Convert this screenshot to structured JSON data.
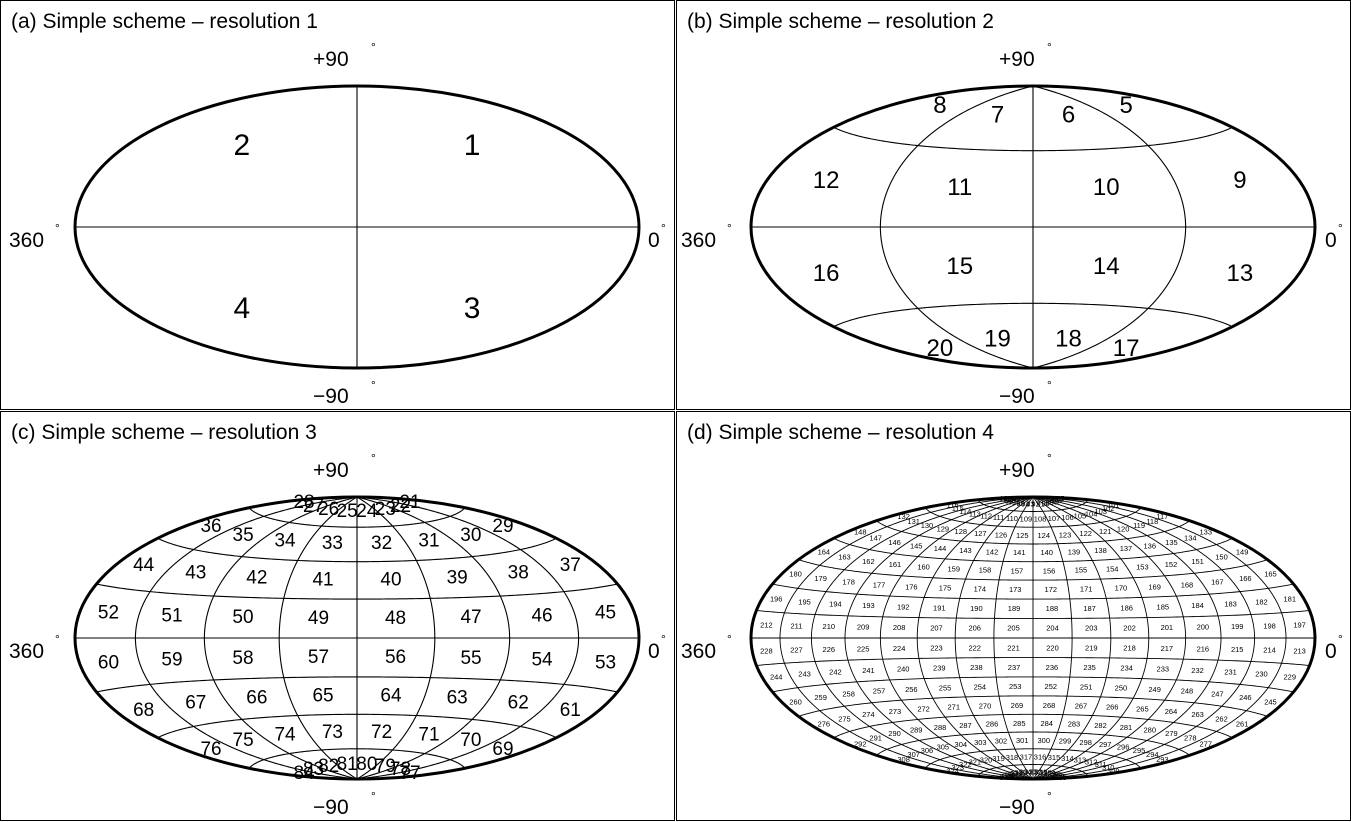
{
  "panels": [
    {
      "id": "a",
      "title": "(a) Simple scheme – resolution 1",
      "resolution": 1,
      "labels": {
        "top": "+90",
        "bottom": "−90",
        "left": "360",
        "right": "0",
        "degree_mark": "°"
      },
      "rings": [
        {
          "lat_range": [
            0,
            90
          ],
          "cells": [
            1,
            2
          ]
        },
        {
          "lat_range": [
            -90,
            0
          ],
          "cells": [
            3,
            4
          ]
        }
      ]
    },
    {
      "id": "b",
      "title": "(b) Simple scheme – resolution 2",
      "resolution": 2,
      "labels": {
        "top": "+90",
        "bottom": "−90",
        "left": "360",
        "right": "0",
        "degree_mark": "°"
      },
      "rings": [
        {
          "lat_range": [
            45,
            90
          ],
          "cells": [
            5,
            6,
            7,
            8
          ]
        },
        {
          "lat_range": [
            0,
            45
          ],
          "cells": [
            9,
            10,
            11,
            12
          ]
        },
        {
          "lat_range": [
            -45,
            0
          ],
          "cells": [
            13,
            14,
            15,
            16
          ]
        },
        {
          "lat_range": [
            -90,
            -45
          ],
          "cells": [
            17,
            18,
            19,
            20
          ]
        }
      ]
    },
    {
      "id": "c",
      "title": "(c) Simple scheme – resolution 3",
      "resolution": 3,
      "labels": {
        "top": "+90",
        "bottom": "−90",
        "left": "360",
        "right": "0",
        "degree_mark": "°"
      },
      "rings": [
        {
          "lat_range": [
            67.5,
            90
          ],
          "cells": [
            21,
            22,
            23,
            24,
            25,
            26,
            27,
            28
          ]
        },
        {
          "lat_range": [
            45,
            67.5
          ],
          "cells": [
            29,
            30,
            31,
            32,
            33,
            34,
            35,
            36
          ]
        },
        {
          "lat_range": [
            22.5,
            45
          ],
          "cells": [
            37,
            38,
            39,
            40,
            41,
            42,
            43,
            44
          ]
        },
        {
          "lat_range": [
            0,
            22.5
          ],
          "cells": [
            45,
            46,
            47,
            48,
            49,
            50,
            51,
            52
          ]
        },
        {
          "lat_range": [
            -22.5,
            0
          ],
          "cells": [
            53,
            54,
            55,
            56,
            57,
            58,
            59,
            60
          ]
        },
        {
          "lat_range": [
            -45,
            -22.5
          ],
          "cells": [
            61,
            62,
            63,
            64,
            65,
            66,
            67,
            68
          ]
        },
        {
          "lat_range": [
            -67.5,
            -45
          ],
          "cells": [
            69,
            70,
            71,
            72,
            73,
            74,
            75,
            76
          ]
        },
        {
          "lat_range": [
            -90,
            -67.5
          ],
          "cells": [
            77,
            78,
            79,
            80,
            81,
            82,
            83,
            84
          ]
        }
      ]
    },
    {
      "id": "d",
      "title": "(d) Simple scheme – resolution 4",
      "resolution": 4,
      "labels": {
        "top": "+90",
        "bottom": "−90",
        "left": "360",
        "right": "0",
        "degree_mark": "°"
      },
      "rings": [
        {
          "lat_range": [
            78.75,
            90
          ],
          "cells": [
            85,
            86,
            87,
            88,
            89,
            90,
            91,
            92,
            93,
            94,
            95,
            96,
            97,
            98,
            99,
            100
          ]
        },
        {
          "lat_range": [
            67.5,
            78.75
          ],
          "cells": [
            101,
            102,
            103,
            104,
            105,
            106,
            107,
            108,
            109,
            110,
            111,
            112,
            113,
            114,
            115,
            116
          ]
        },
        {
          "lat_range": [
            56.25,
            67.5
          ],
          "cells": [
            117,
            118,
            119,
            120,
            121,
            122,
            123,
            124,
            125,
            126,
            127,
            128,
            129,
            130,
            131,
            132
          ]
        },
        {
          "lat_range": [
            45,
            56.25
          ],
          "cells": [
            133,
            134,
            135,
            136,
            137,
            138,
            139,
            140,
            141,
            142,
            143,
            144,
            145,
            146,
            147,
            148
          ]
        },
        {
          "lat_range": [
            33.75,
            45
          ],
          "cells": [
            149,
            150,
            151,
            152,
            153,
            154,
            155,
            156,
            157,
            158,
            159,
            160,
            161,
            162,
            163,
            164
          ]
        },
        {
          "lat_range": [
            22.5,
            33.75
          ],
          "cells": [
            165,
            166,
            167,
            168,
            169,
            170,
            171,
            172,
            173,
            174,
            175,
            176,
            177,
            178,
            179,
            180
          ]
        },
        {
          "lat_range": [
            11.25,
            22.5
          ],
          "cells": [
            181,
            182,
            183,
            184,
            185,
            186,
            187,
            188,
            189,
            190,
            191,
            192,
            193,
            194,
            195,
            196
          ]
        },
        {
          "lat_range": [
            0,
            11.25
          ],
          "cells": [
            197,
            198,
            199,
            200,
            201,
            202,
            203,
            204,
            205,
            206,
            207,
            208,
            209,
            210,
            211,
            212
          ]
        },
        {
          "lat_range": [
            -11.25,
            0
          ],
          "cells": [
            213,
            214,
            215,
            216,
            217,
            218,
            219,
            220,
            221,
            222,
            223,
            224,
            225,
            226,
            227,
            228
          ]
        },
        {
          "lat_range": [
            -22.5,
            -11.25
          ],
          "cells": [
            229,
            230,
            231,
            232,
            233,
            234,
            235,
            236,
            237,
            238,
            239,
            240,
            241,
            242,
            243,
            244
          ]
        },
        {
          "lat_range": [
            -33.75,
            -22.5
          ],
          "cells": [
            245,
            246,
            247,
            248,
            249,
            250,
            251,
            252,
            253,
            254,
            255,
            256,
            257,
            258,
            259,
            260
          ]
        },
        {
          "lat_range": [
            -45,
            -33.75
          ],
          "cells": [
            261,
            262,
            263,
            264,
            265,
            266,
            267,
            268,
            269,
            270,
            271,
            272,
            273,
            274,
            275,
            276
          ]
        },
        {
          "lat_range": [
            -56.25,
            -45
          ],
          "cells": [
            277,
            278,
            279,
            280,
            281,
            282,
            283,
            284,
            285,
            286,
            287,
            288,
            289,
            290,
            291,
            292
          ]
        },
        {
          "lat_range": [
            -67.5,
            -56.25
          ],
          "cells": [
            293,
            294,
            295,
            296,
            297,
            298,
            299,
            300,
            301,
            302,
            303,
            304,
            305,
            306,
            307,
            308
          ]
        },
        {
          "lat_range": [
            -78.75,
            -67.5
          ],
          "cells": [
            309,
            310,
            311,
            312,
            313,
            314,
            315,
            316,
            317,
            318,
            319,
            320,
            321,
            322,
            323,
            324
          ]
        },
        {
          "lat_range": [
            -90,
            -78.75
          ],
          "cells": [
            325,
            326,
            327,
            328,
            329,
            330,
            331,
            332,
            333,
            334,
            335,
            336,
            337,
            338,
            339,
            340
          ]
        }
      ]
    }
  ]
}
